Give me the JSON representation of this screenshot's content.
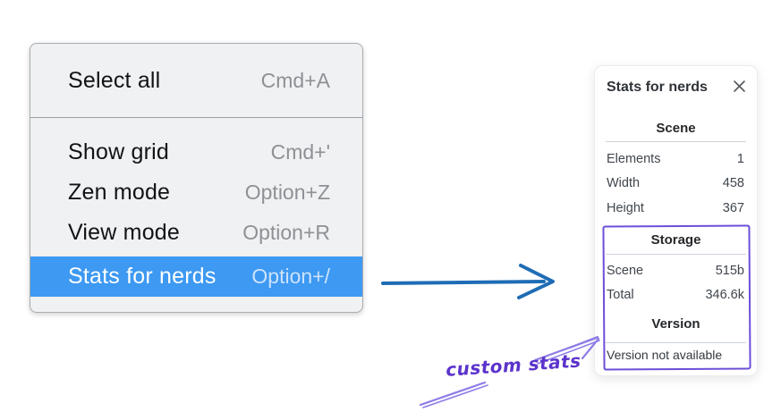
{
  "menu": {
    "items": [
      {
        "label": "Select all",
        "shortcut": "Cmd+A",
        "selected": false
      },
      {
        "label": "Show grid",
        "shortcut": "Cmd+'",
        "selected": false
      },
      {
        "label": "Zen mode",
        "shortcut": "Option+Z",
        "selected": false
      },
      {
        "label": "View mode",
        "shortcut": "Option+R",
        "selected": false
      },
      {
        "label": "Stats for nerds",
        "shortcut": "Option+/",
        "selected": true
      }
    ]
  },
  "stats_panel": {
    "title": "Stats for nerds",
    "close_icon": "x-icon",
    "sections": [
      {
        "heading": "Scene",
        "rows": [
          {
            "label": "Elements",
            "value": "1"
          },
          {
            "label": "Width",
            "value": "458"
          },
          {
            "label": "Height",
            "value": "367"
          }
        ]
      },
      {
        "heading": "Storage",
        "rows": [
          {
            "label": "Scene",
            "value": "515b"
          },
          {
            "label": "Total",
            "value": "346.6k"
          }
        ]
      },
      {
        "heading": "Version",
        "note": "Version not available"
      }
    ]
  },
  "annotation": {
    "label": "custom stats"
  },
  "colors": {
    "menu_highlight": "#3d99f2",
    "menu_highlight_text": "#ffffff",
    "arrow_blue": "#1e6cb5",
    "annotation_text": "#5b33cc",
    "annotation_arrow": "#8f7ce7",
    "annotation_box": "#6c4fd9",
    "close_icon": "#55585d"
  }
}
